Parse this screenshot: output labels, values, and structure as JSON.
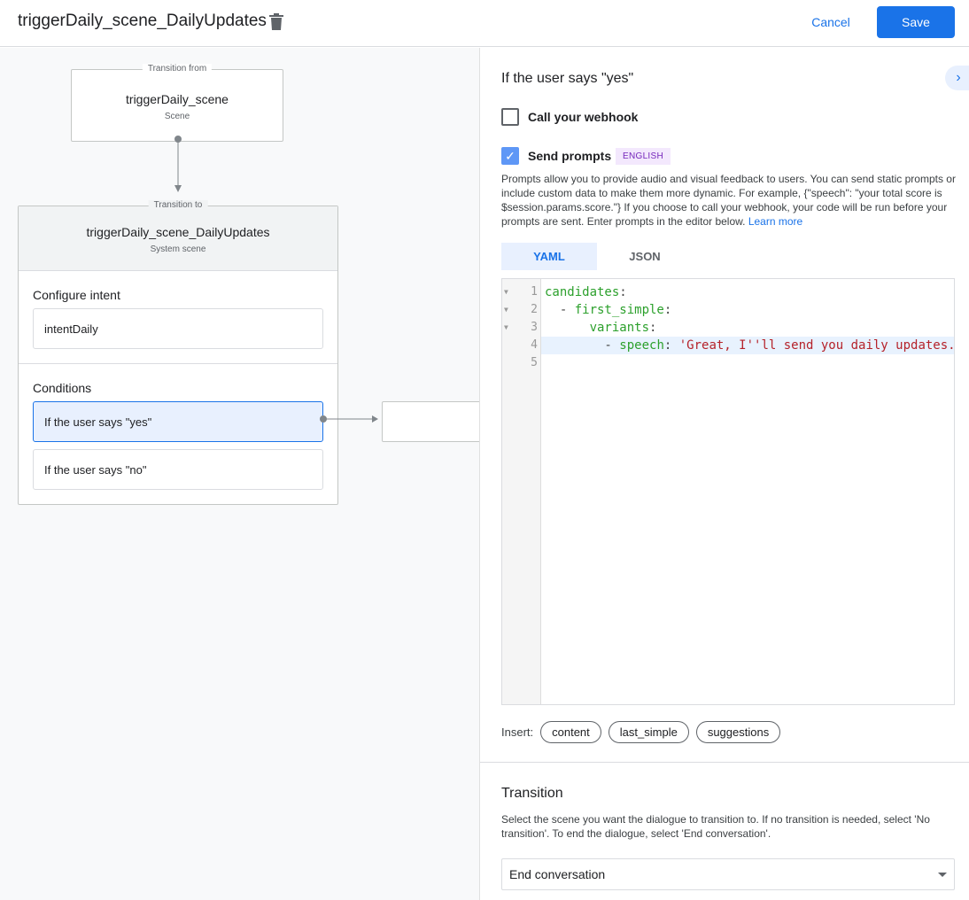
{
  "header": {
    "title": "triggerDaily_scene_DailyUpdates",
    "cancel": "Cancel",
    "save": "Save"
  },
  "canvas": {
    "from": {
      "tag": "Transition from",
      "name": "triggerDaily_scene",
      "sub": "Scene"
    },
    "to": {
      "tag": "Transition to",
      "name": "triggerDaily_scene_DailyUpdates",
      "sub": "System scene"
    },
    "configure_intent": "Configure intent",
    "intent": "intentDaily",
    "conditions": "Conditions",
    "condition_items": [
      "If the user says \"yes\"",
      "If the user says \"no\""
    ]
  },
  "panel": {
    "heading": "If the user says \"yes\"",
    "webhook_label": "Call your webhook",
    "webhook_checked": false,
    "prompts_label": "Send prompts",
    "prompts_checked": true,
    "language_badge": "ENGLISH",
    "description": "Prompts allow you to provide audio and visual feedback to users. You can send static prompts or include custom data to make them more dynamic. For example, {\"speech\": \"your total score is $session.params.score.\"} If you choose to call your webhook, your code will be run before your prompts are sent. Enter prompts in the editor below.",
    "learn_more": "Learn more",
    "tabs": [
      "YAML",
      "JSON"
    ],
    "active_tab": "YAML",
    "code_lines": [
      "1",
      "2",
      "3",
      "4",
      "5"
    ],
    "code": {
      "l1k": "candidates",
      "l2k": "first_simple",
      "l3k": "variants",
      "l4k": "speech",
      "l4v": "'Great, I''ll send you daily updates."
    },
    "insert_label": "Insert:",
    "insert_chips": [
      "content",
      "last_simple",
      "suggestions"
    ],
    "transition_heading": "Transition",
    "transition_desc": "Select the scene you want the dialogue to transition to. If no transition is needed, select 'No transition'. To end the dialogue, select 'End conversation'.",
    "transition_value": "End conversation"
  }
}
